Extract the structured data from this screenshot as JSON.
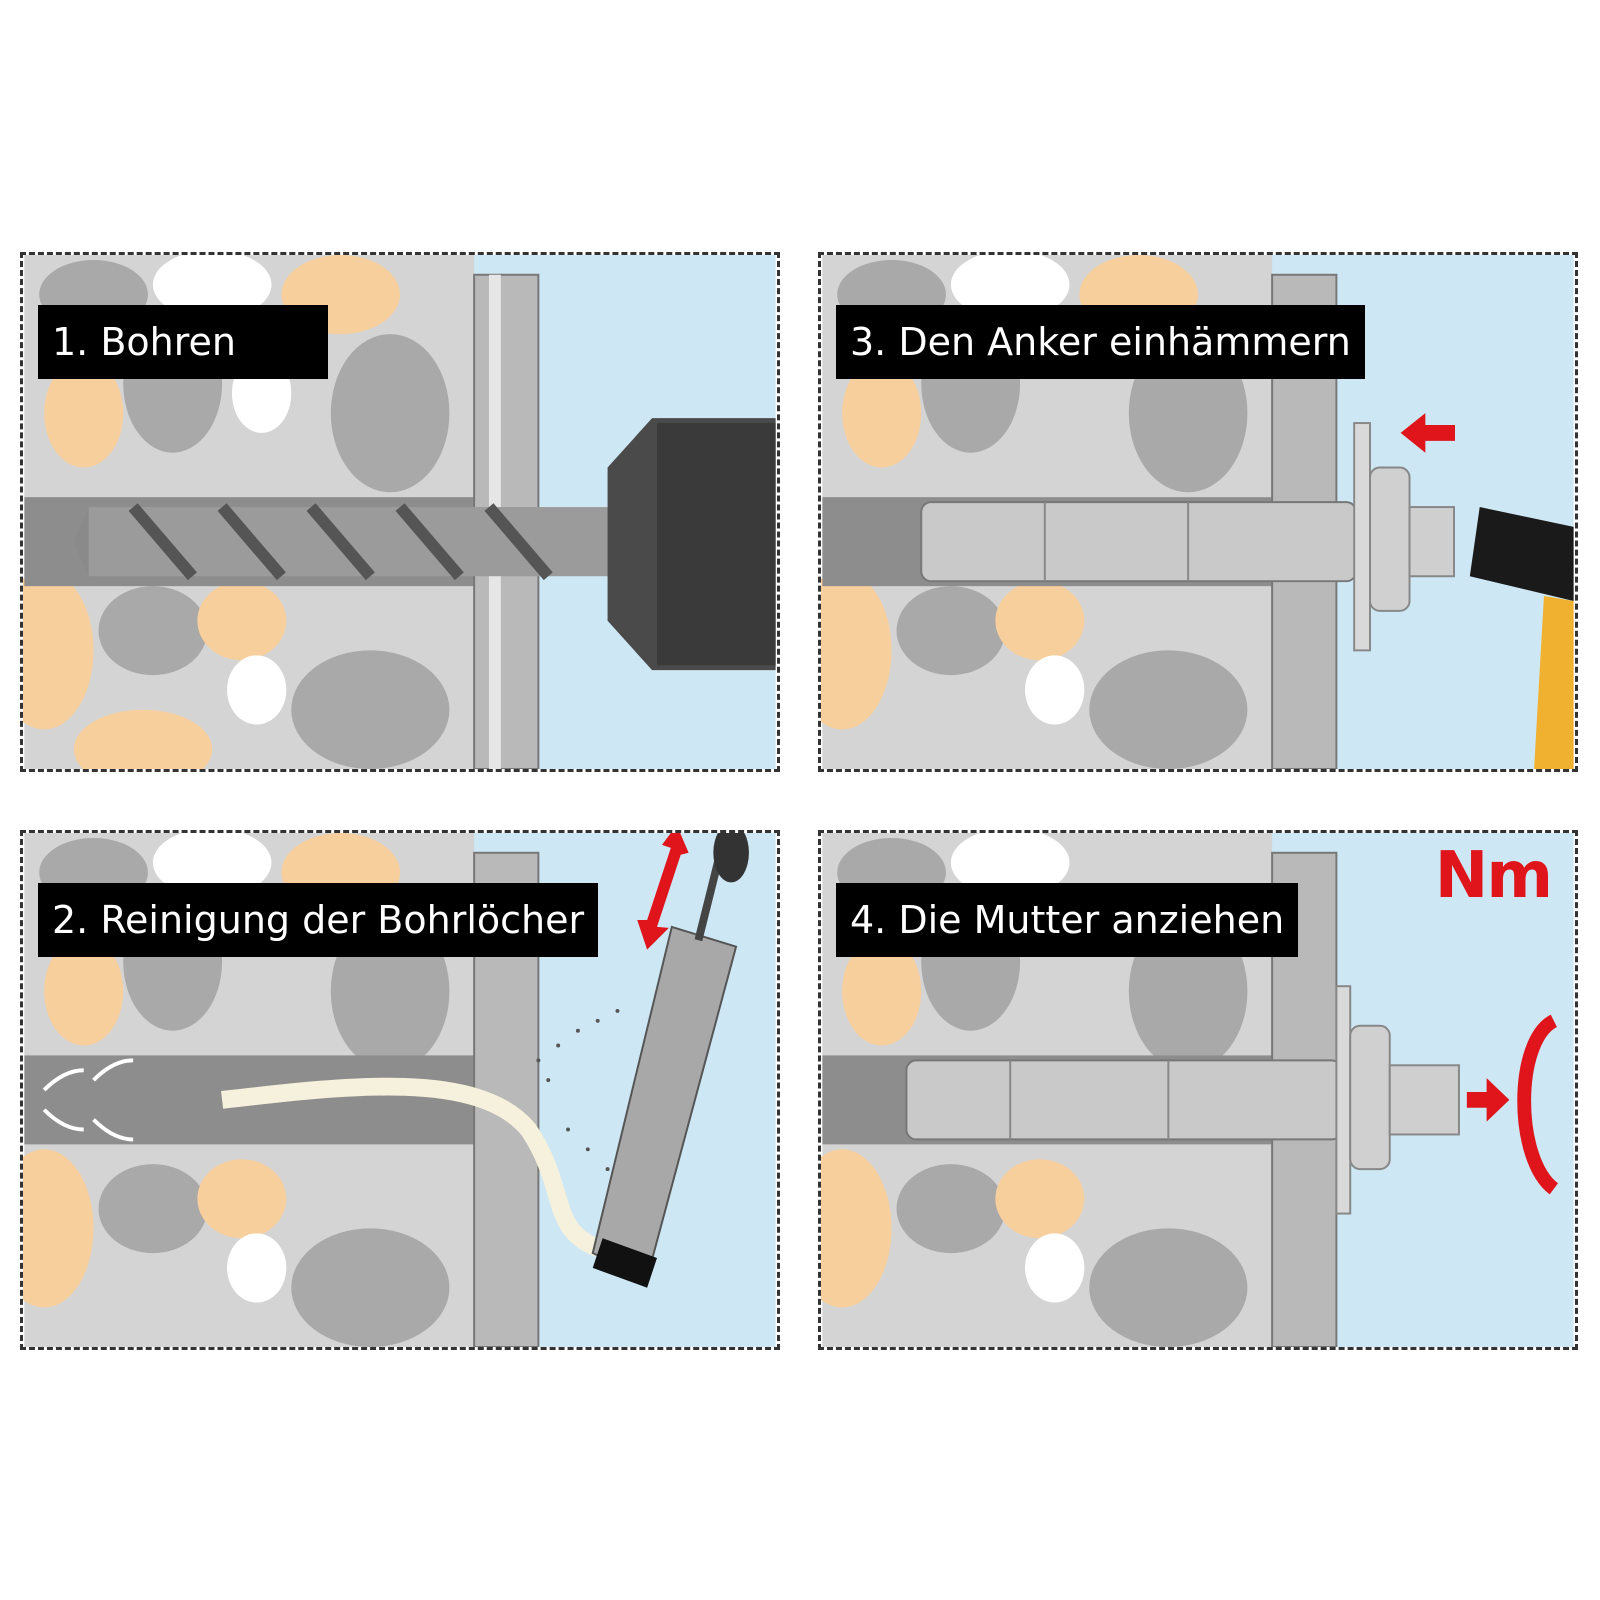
{
  "steps": [
    {
      "label": "1. Bohren"
    },
    {
      "label": "2. Reinigung der Bohrlöcher"
    },
    {
      "label": "3. Den Anker einhämmern"
    },
    {
      "label": "4. Die Mutter anziehen"
    }
  ],
  "torque_unit": "Nm",
  "colors": {
    "concrete": "#d4d4d4",
    "stone_grey": "#a9a9a9",
    "stone_tan": "#f7cf9d",
    "stone_white": "#ffffff",
    "hole": "#8d8d8d",
    "plate": "#b9b9b9",
    "air": "#cde7f4",
    "arrow_red": "#e0151c",
    "label_bg": "#000000",
    "label_text": "#ffffff"
  }
}
